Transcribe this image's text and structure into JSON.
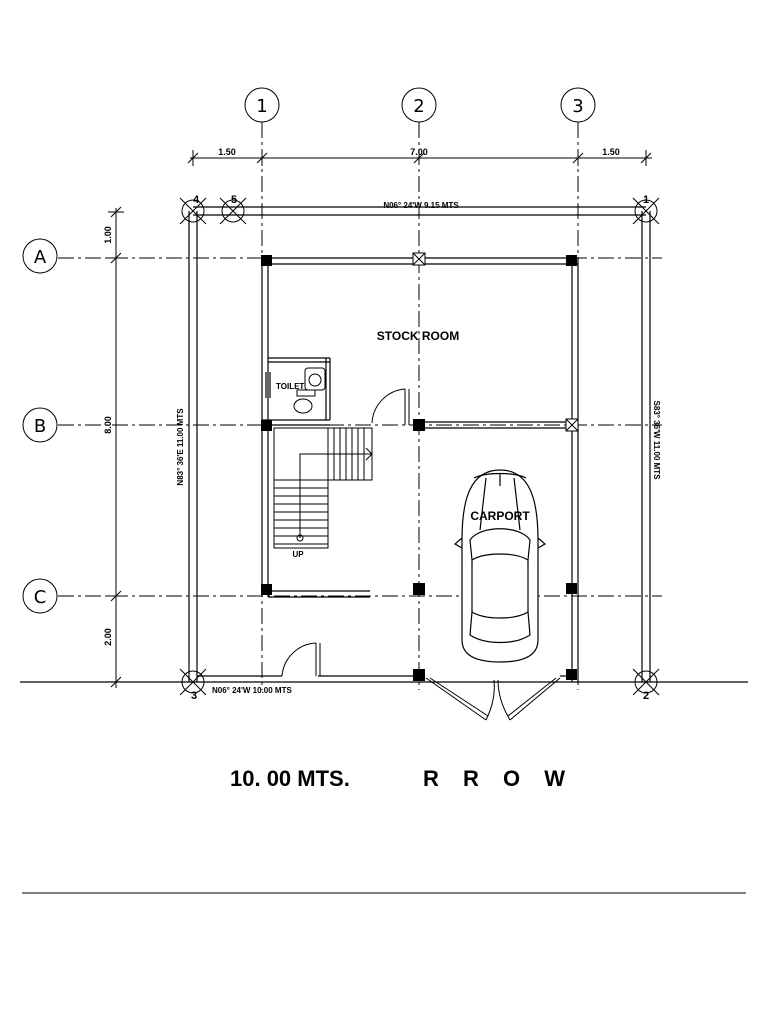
{
  "grid": {
    "columns": [
      "1",
      "2",
      "3"
    ],
    "rows": [
      "A",
      "B",
      "C"
    ]
  },
  "dimensions": {
    "top": [
      "1.50",
      "7.00",
      "1.50"
    ],
    "left": [
      "1.00",
      "8.00",
      "2.00"
    ]
  },
  "corners": {
    "top_left": "4",
    "top_left_second": "5",
    "top_right": "1",
    "bottom_left": "3",
    "bottom_right": "2"
  },
  "boundaries": {
    "north": "N06° 24'W 9.15 MTS",
    "south": "N06° 24'W 10.00 MTS",
    "west": "N83° 36'E 11.00 MTS",
    "east": "S83° 36'W 11.00 MTS"
  },
  "rooms": {
    "stock_room": "STOCK ROOM",
    "toilet": "TOILET",
    "carport": "CARPORT",
    "stair_up": "UP"
  },
  "road_caption": {
    "width": "10. 00 MTS.",
    "row": "R R O W"
  }
}
